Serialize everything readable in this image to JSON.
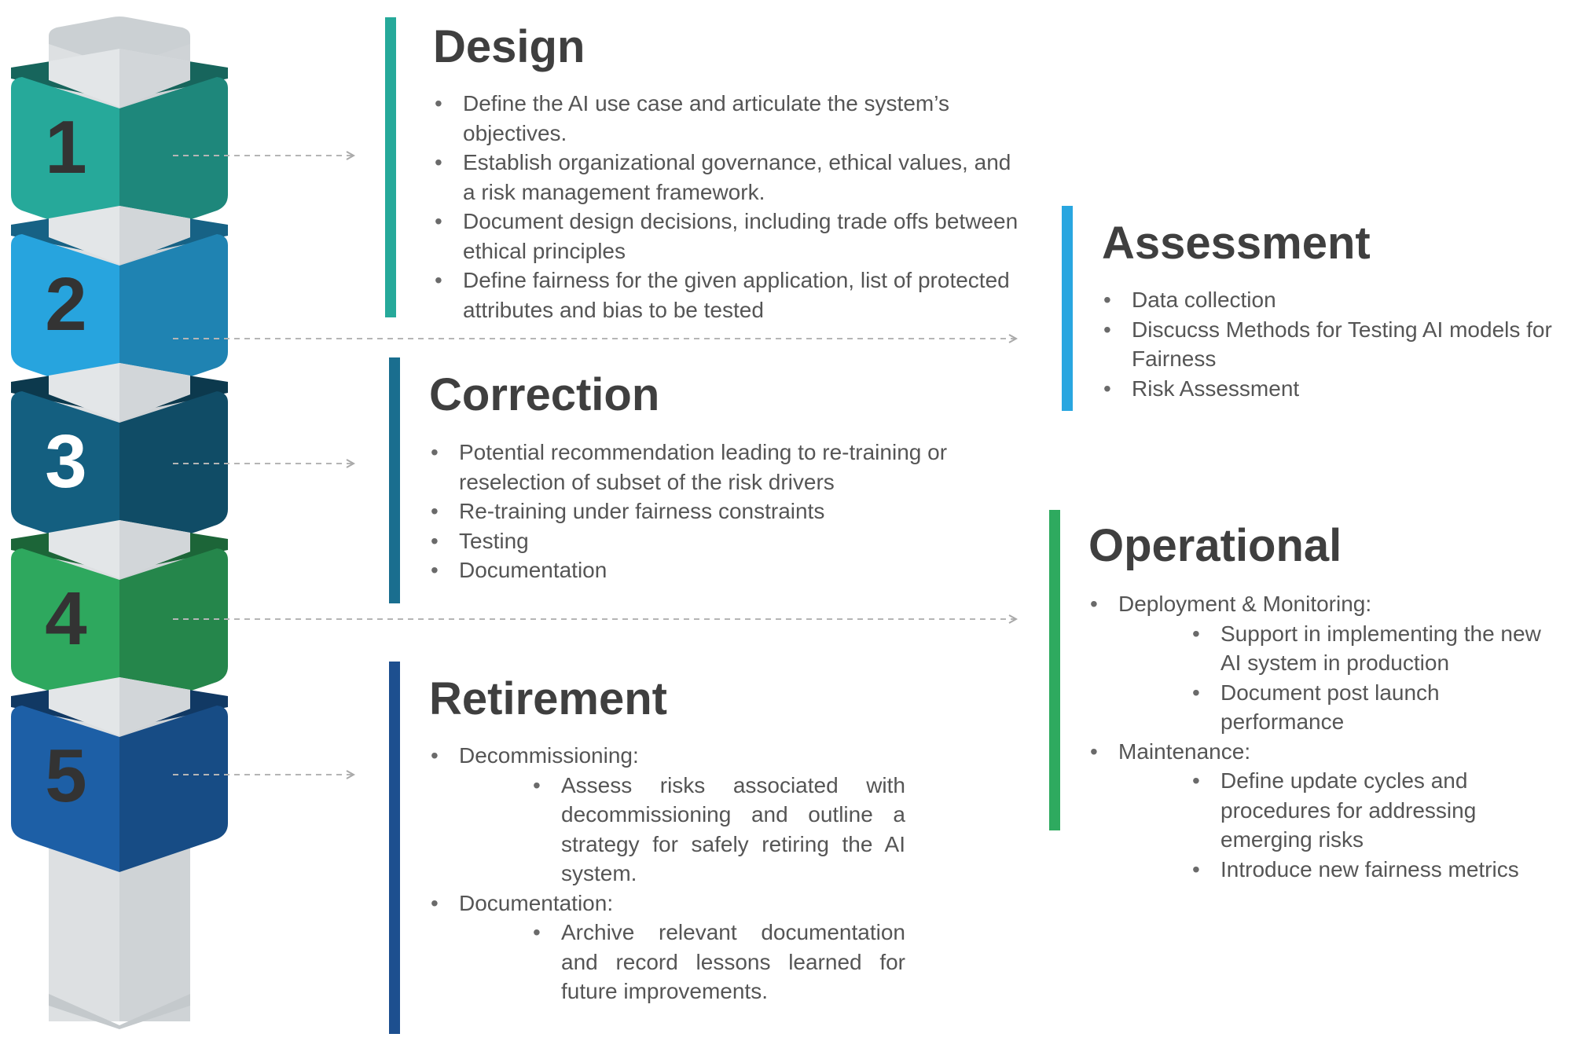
{
  "pillar": {
    "colors": {
      "teal": "#26a99a",
      "light_blue": "#27a4de",
      "dark_teal": "#145f80",
      "green": "#2ea85e",
      "blue": "#1d5fa6",
      "shaft": "#dde0e2"
    },
    "blocks": [
      {
        "number": "1",
        "color": "#26a99a",
        "number_color": "#333333"
      },
      {
        "number": "2",
        "color": "#27a4de",
        "number_color": "#333333"
      },
      {
        "number": "3",
        "color": "#145f80",
        "number_color": "#ffffff"
      },
      {
        "number": "4",
        "color": "#2ea85e",
        "number_color": "#333333"
      },
      {
        "number": "5",
        "color": "#1d5fa6",
        "number_color": "#333333"
      }
    ]
  },
  "sections": {
    "design": {
      "title": "Design",
      "accent": "#26a99a",
      "items": [
        "Define the AI use case and articulate the system’s objectives.",
        "Establish organizational governance, ethical values, and a risk management framework.",
        "Document design decisions, including trade offs between ethical principles",
        "Define fairness for the given application, list of protected attributes and bias to be tested"
      ]
    },
    "assessment": {
      "title": "Assessment",
      "accent": "#29a6e0",
      "items": [
        "Data collection",
        "Discucss Methods for Testing AI models for Fairness",
        "Risk Assessment"
      ]
    },
    "correction": {
      "title": "Correction",
      "accent": "#1a6e8f",
      "items": [
        "Potential recommendation leading to re-training or reselection of subset of the risk drivers",
        "Re-training under fairness constraints",
        "Testing",
        "Documentation"
      ]
    },
    "operational": {
      "title": "Operational",
      "accent": "#2eaa5f",
      "items": [
        {
          "label": "Deployment & Monitoring:",
          "sub": [
            "Support in implementing the new AI system in production",
            "Document post launch performance"
          ]
        },
        {
          "label": "Maintenance:",
          "sub": [
            "Define update cycles and procedures for addressing emerging risks",
            "Introduce new fairness metrics"
          ]
        }
      ]
    },
    "retirement": {
      "title": "Retirement",
      "accent": "#1d4f8f",
      "items": [
        {
          "label": "Decommissioning:",
          "sub": [
            "Assess risks associated with decommissioning and outline a strategy for safely retiring the AI system."
          ]
        },
        {
          "label": "Documentation:",
          "sub": [
            "Archive relevant documentation and record lessons learned for future improvements."
          ]
        }
      ]
    }
  }
}
